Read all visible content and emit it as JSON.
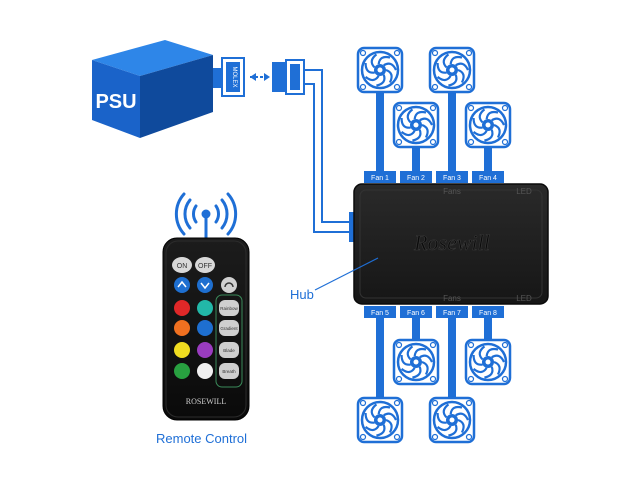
{
  "colors": {
    "brand_blue": "#1f6fd6",
    "psu_front": "#1a63c9",
    "psu_top": "#2e86e8",
    "psu_side": "#0f4a9c",
    "hub_body": "#1e1e1e",
    "remote_body": "#111111"
  },
  "psu": {
    "label": "PSU"
  },
  "connector": {
    "label": "MOLEX"
  },
  "hub": {
    "label": "Hub",
    "brand": "Rosewill",
    "top_left_print": "Fans",
    "top_right_print": "LED",
    "bottom_left_print": "Fans",
    "bottom_right_print": "LED"
  },
  "fans_top": [
    "Fan 1",
    "Fan 2",
    "Fan 3",
    "Fan 4"
  ],
  "fans_bottom": [
    "Fan 5",
    "Fan 6",
    "Fan 7",
    "Fan 8"
  ],
  "remote": {
    "label": "Remote Control",
    "brand": "ROSEWILL",
    "on": "ON",
    "off": "OFF",
    "mode_buttons": [
      "Rainbow",
      "Gradient",
      "Blade",
      "Breath"
    ],
    "color_buttons": [
      "#e02828",
      "#22b8a8",
      "#f07020",
      "#1e6fd0",
      "#f0dc20",
      "#9a3cc0",
      "#28a040",
      "#f0f0f0"
    ]
  },
  "icons": [
    "psu-box",
    "molex-connector",
    "fan-icon",
    "wireless-signal-icon",
    "up-arrow-icon",
    "down-arrow-icon",
    "speed-icon"
  ]
}
